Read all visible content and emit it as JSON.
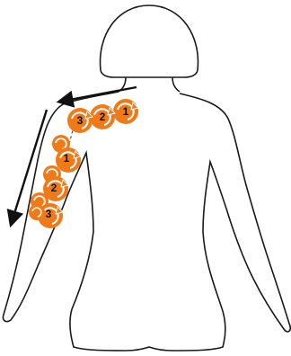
{
  "colors": {
    "background": "#ffffff",
    "outline": "#1a1a1a",
    "circle_fill": "#f07a18",
    "circle_inner": "#ffffff",
    "arrow": "#111111"
  },
  "icons": {
    "circle": "circular-massage-motion-icon",
    "arrow": "direction-arrow-icon"
  },
  "shoulder_sequence": {
    "steps": [
      {
        "label": "1"
      },
      {
        "label": "2"
      },
      {
        "label": "3"
      }
    ]
  },
  "arm_sequence": {
    "steps": [
      {
        "label": "1"
      },
      {
        "label": "2"
      },
      {
        "label": "3"
      }
    ]
  }
}
